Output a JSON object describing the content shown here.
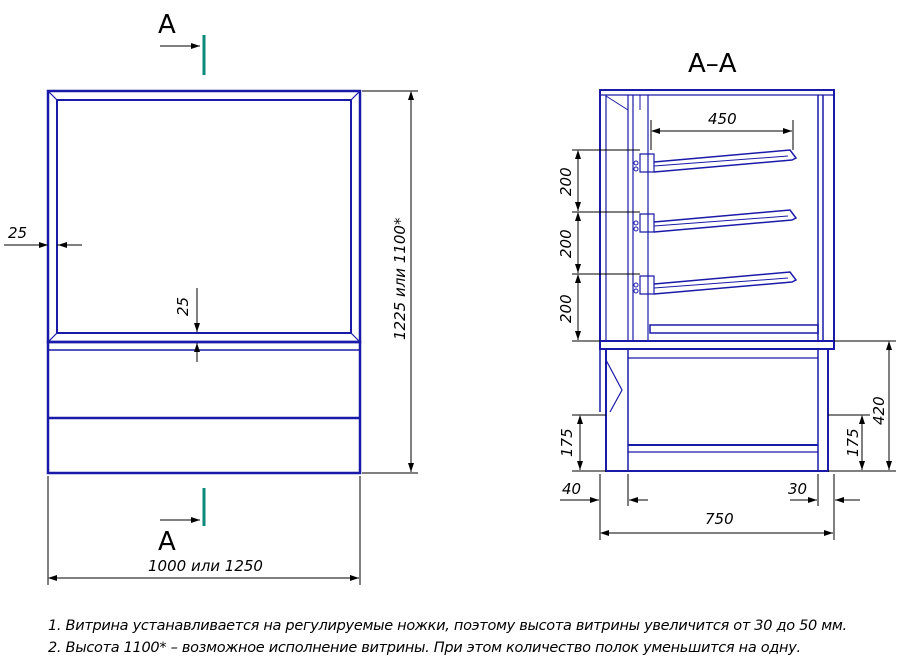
{
  "colors": {
    "outline": "#1a1aa8",
    "section_mark": "#0a8a7a",
    "dim": "#000000"
  },
  "front_view": {
    "section_label_top": "A",
    "section_label_bottom": "A",
    "dim_frame_left": "25",
    "dim_frame_bottom": "25",
    "dim_height": "1225 или 1100*",
    "dim_width": "1000 или 1250"
  },
  "section_view": {
    "title": "A–A",
    "dim_shelf_depth": "450",
    "dim_shelf_1": "200",
    "dim_shelf_2": "200",
    "dim_shelf_3": "200",
    "dim_base_left": "175",
    "dim_base_right": "175",
    "dim_base_height": "420",
    "dim_offset_left": "40",
    "dim_offset_right": "30",
    "dim_depth": "750"
  },
  "notes": [
    "1. Витрина устанавливается на регулируемые ножки, поэтому высота витрины увеличится от 30 до 50 мм.",
    "2. Высота 1100* – возможное исполнение витрины. При этом количество полок уменьшится на одну."
  ]
}
